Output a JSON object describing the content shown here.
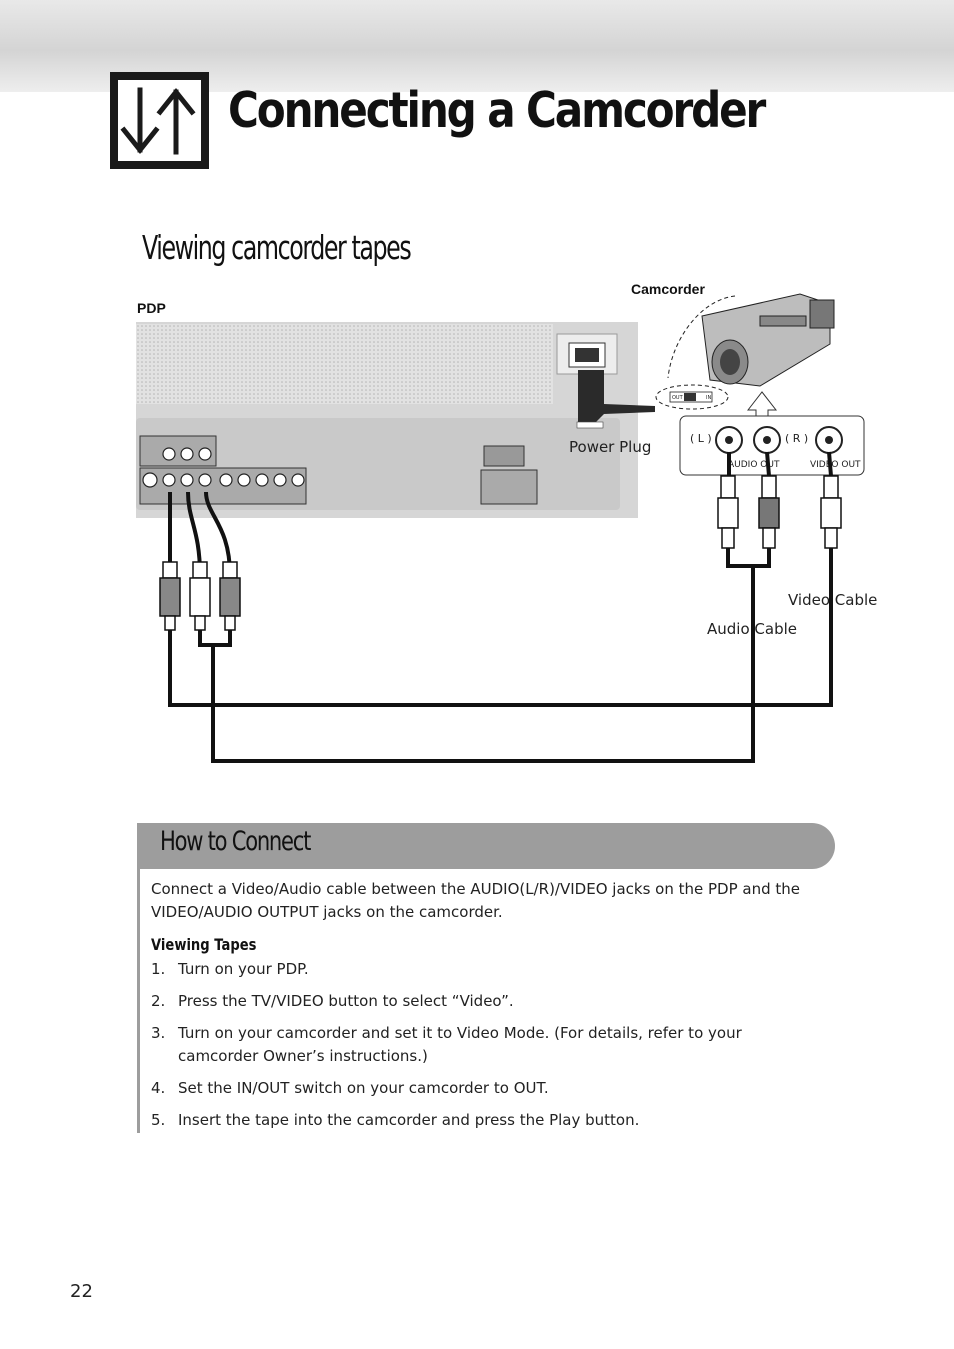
{
  "header": {
    "title": "Connecting a Camcorder",
    "icon": "up-down-arrows-icon"
  },
  "section": {
    "title": "Viewing camcorder tapes"
  },
  "diagram": {
    "pdp_label": "PDP",
    "camcorder_label": "Camcorder",
    "power_plug_label": "Power Plug",
    "video_cable_label": "Video Cable",
    "audio_cable_label": "Audio Cable",
    "jack_l_label": "( L )",
    "jack_r_label": "( R )",
    "audio_out_label": "AUDIO OUT",
    "video_out_label": "VIDEO OUT",
    "switch_out_label": "OUT",
    "switch_in_label": "IN"
  },
  "how_to": {
    "title": "How to Connect",
    "intro": "Connect a Video/Audio cable between the AUDIO(L/R)/VIDEO jacks on the PDP and the VIDEO/AUDIO OUTPUT jacks on the camcorder.",
    "subheading": "Viewing Tapes",
    "steps": [
      {
        "num": "1.",
        "text": "Turn on your PDP."
      },
      {
        "num": "2.",
        "text": "Press the TV/VIDEO button to select “Video”."
      },
      {
        "num": "3.",
        "text": "Turn on your camcorder and set it to Video Mode. (For details, refer to your camcorder Owner’s instructions.)"
      },
      {
        "num": "4.",
        "text": "Set the IN/OUT switch on your camcorder to OUT."
      },
      {
        "num": "5.",
        "text": "Insert the tape into the camcorder and press the Play button."
      }
    ]
  },
  "page_number": "22",
  "colors": {
    "howto_bar": "#9d9d9d",
    "cable": "#111111",
    "panel": "#d9d9d9"
  }
}
